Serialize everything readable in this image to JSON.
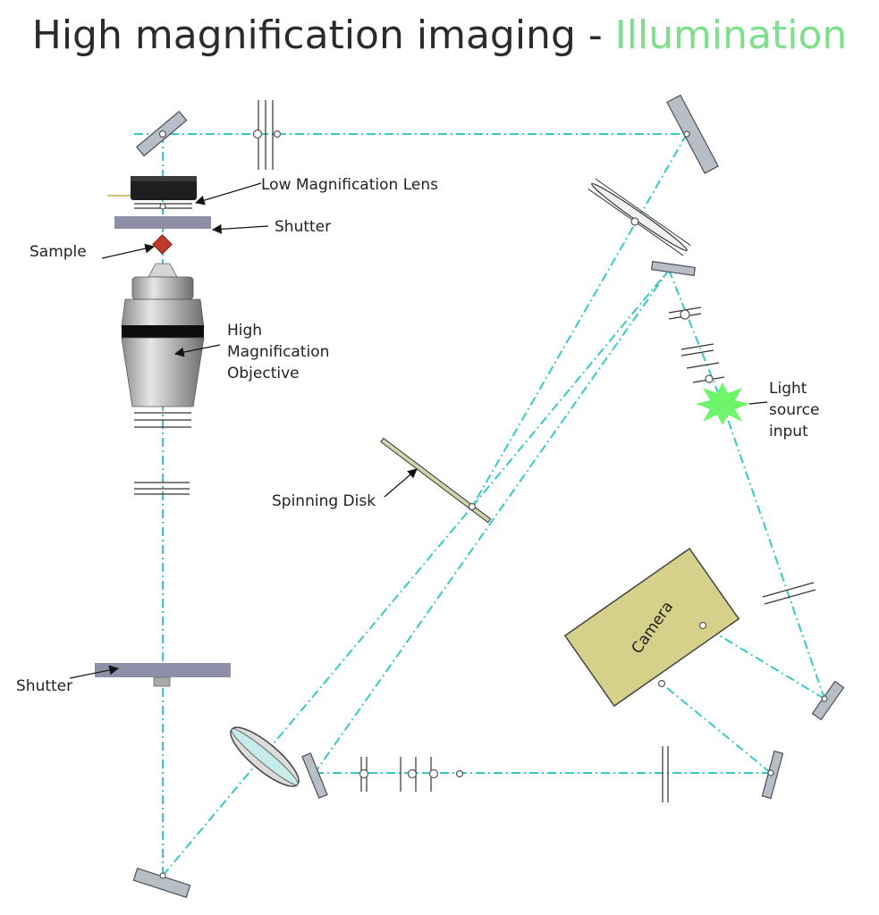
{
  "title": {
    "main": "High magnification imaging - ",
    "accent": "Illumination"
  },
  "colors": {
    "beam": "#37c9c9",
    "accent": "#7ee08a",
    "mirror": "#b7bec6",
    "shutter": "#8e8ea6",
    "camera": "#d6d18a",
    "light_source": "#6ff56a",
    "sample": "#c0392b"
  },
  "labels": {
    "low_mag_lens": "Low Magnification Lens",
    "shutter_top": "Shutter",
    "sample": "Sample",
    "objective_1": "High",
    "objective_2": "Magnification",
    "objective_3": "Objective",
    "light_1": "Light",
    "light_2": "source",
    "light_3": "input",
    "spinning_disk": "Spinning Disk",
    "shutter_bottom": "Shutter",
    "camera": "Camera"
  }
}
